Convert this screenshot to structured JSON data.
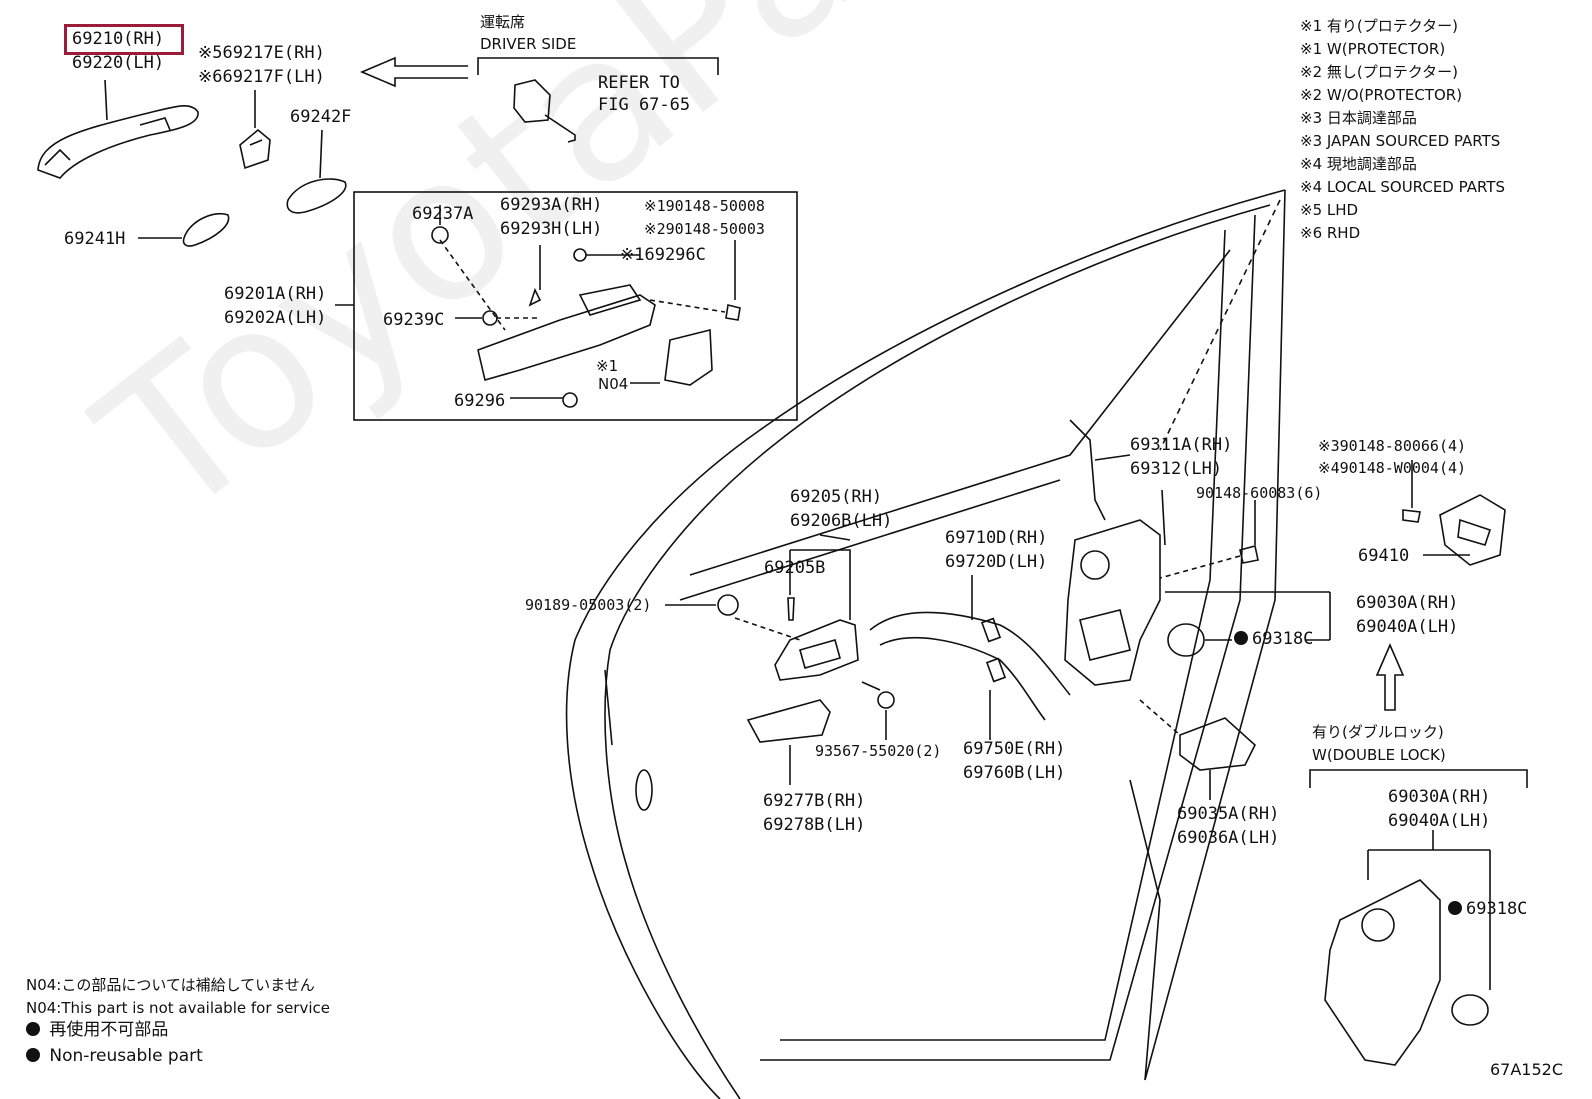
{
  "colors": {
    "highlight": "#9b1b3a",
    "line": "#111111"
  },
  "handle": {
    "rh": "69210(RH)",
    "lh": "69220(LH)",
    "pad_rh": "※569217E(RH)",
    "pad_lh": "※669217F(LH)",
    "cover": "69242F",
    "pad": "69241H"
  },
  "driver": {
    "jp": "運転席",
    "en": "DRIVER SIDE",
    "refer1": "REFER TO",
    "refer2": "FIG 67-65"
  },
  "frame": {
    "p69237a": "69237A",
    "p69293a": "69293A(RH)",
    "p69293h": "69293H(LH)",
    "bolt1": "※190148-50008",
    "bolt2": "※290148-50003",
    "p69296c": "※169296C",
    "frame_rh": "69201A(RH)",
    "frame_lh": "69202A(LH)",
    "p69239c": "69239C",
    "n04a": "※1",
    "n04b": "N04",
    "p69296": "69296"
  },
  "legend": [
    "※1 有り(プロテクター)",
    "※1 W(PROTECTOR)",
    "※2 無し(プロテクター)",
    "※2 W/O(PROTECTOR)",
    "※3 日本調達部品",
    "※3 JAPAN SOURCED PARTS",
    "※4 現地調達部品",
    "※4 LOCAL SOURCED PARTS",
    "※5 LHD",
    "※6 RHD"
  ],
  "parts": {
    "rod_rh": "69311A(RH)",
    "rod_lh": "69312(LH)",
    "striker_s1": "※390148-80066(4)",
    "striker_s2": "※490148-W0004(4)",
    "screw6": "90148-60083(6)",
    "striker": "69410",
    "inner_rh": "69205(RH)",
    "inner_lh": "69206B(LH)",
    "cable_rh": "69710D(RH)",
    "cable_lh": "69720D(LH)",
    "p69205b": "69205B",
    "screw2": "90189-05003(2)",
    "lock_rh": "69030A(RH)",
    "lock_lh": "69040A(LH)",
    "seal": "69318C",
    "bolt2b": "93567-55020(2)",
    "cable2_rh": "69750E(RH)",
    "cable2_lh": "69760B(LH)",
    "bezel_rh": "69277B(RH)",
    "bezel_lh": "69278B(LH)",
    "cover_rh": "69035A(RH)",
    "cover_lh": "69036A(LH)",
    "dl_jp": "有り(ダブルロック)",
    "dl_en": "W(DOUBLE LOCK)",
    "lock2_rh": "69030A(RH)",
    "lock2_lh": "69040A(LH)",
    "seal2": "69318C"
  },
  "footnotes": {
    "n04_jp": "N04:この部品については補給していません",
    "n04_en": "N04:This part is not available for service",
    "nr_jp": "再使用不可部品",
    "nr_en": "Non-reusable part"
  },
  "watermark": "ToyotaPartsDeal",
  "figure_id": "67A152C"
}
